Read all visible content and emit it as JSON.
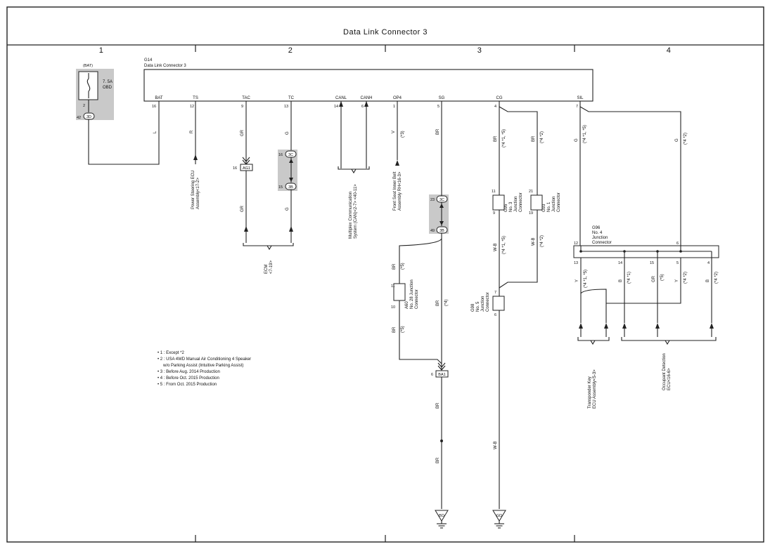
{
  "title": "Data Link Connector 3",
  "columns": [
    "1",
    "2",
    "3",
    "4"
  ],
  "main_connector": {
    "code": "G14",
    "name": "Data Link Connector 3"
  },
  "pins": [
    {
      "name": "BAT",
      "num": "16"
    },
    {
      "name": "TS",
      "num": "12"
    },
    {
      "name": "TAC",
      "num": "9"
    },
    {
      "name": "TC",
      "num": "13"
    },
    {
      "name": "CANL",
      "num": "14"
    },
    {
      "name": "CANH",
      "num": "6"
    },
    {
      "name": "OP4",
      "num": "1"
    },
    {
      "name": "SG",
      "num": "5"
    },
    {
      "name": "CG",
      "num": "4"
    },
    {
      "name": "SIL",
      "num": "7"
    }
  ],
  "fuse": {
    "source": "(BAT)",
    "rating": "7. 5A",
    "name": "OBD",
    "pin": "2",
    "conn_pin": "42",
    "conn": "3D"
  },
  "wire_colors": {
    "bat": "L",
    "ts": "R",
    "tac_a": "GR",
    "tac_b": "GR",
    "tc_a": "G",
    "tc_b": "G",
    "op4": "V",
    "sg_a": "BR",
    "cg_a": "BR",
    "cg_b": "BR",
    "cg_c": "W-B",
    "cg_d": "W-B",
    "sil_a": "G",
    "sil_b": "G",
    "sg_b": "BR",
    "sg_c": "BR",
    "sg_d": "BR",
    "sg_e": "BR",
    "sg_f": "BR",
    "cg_e": "W-B",
    "g96_y1": "Y",
    "g96_b1": "B",
    "g96_gr": "GR",
    "g96_y2": "Y",
    "g96_b2": "B"
  },
  "notes_inline": {
    "op4": "(*3)",
    "cg_a": "(*4 *1, *5)",
    "cg_b": "(*4 *2)",
    "cg_c": "(*4 *1, *5)",
    "cg_d": "(*4 *2)",
    "sil_a": "(*4 *1, *5)",
    "sil_b": "(*4 *2)",
    "sg_b": "(*5)",
    "sg_c": "(*4)",
    "sg_d": "(*5)",
    "g96_y1": "(*4 *1, *5)",
    "g96_b1": "(*4 *1)",
    "g96_gr": "(*5)",
    "g96_y2": "(*4 *2)",
    "g96_b2": "(*4 *2)"
  },
  "inline_connectors": {
    "ag1": {
      "label": "AG1",
      "pin": "16"
    },
    "tc_top": {
      "label": "3C",
      "pin": "16"
    },
    "tc_bot": {
      "label": "3B",
      "pin": "15"
    },
    "sg_top": {
      "label": "3C",
      "pin": "23"
    },
    "sg_bot": {
      "label": "3B",
      "pin": "49"
    },
    "ba1": {
      "label": "BA1",
      "pin": "6"
    }
  },
  "junctions": {
    "g95": {
      "pin_top": "11",
      "pin_bot": "9",
      "line1": "G95",
      "line2": "No. 3",
      "line3": "Junction",
      "line4": "Connector"
    },
    "g93": {
      "pin_top": "21",
      "pin_bot": "19",
      "line1": "G93",
      "line2": "No. 1",
      "line3": "Junction",
      "line4": "Connector"
    },
    "a60": {
      "pin_top": "11",
      "pin_bot": "10",
      "line1": "A60",
      "line2": "No. 28 Junction",
      "line3": "Connector"
    },
    "g98": {
      "pin_top": "7",
      "pin_bot": "6",
      "line1": "G98",
      "line2": "No. 5",
      "line3": "Junction",
      "line4": "Connector"
    },
    "g96": {
      "code": "G96",
      "line1": "No. 4",
      "line2": "Junction",
      "line3": "Connector",
      "pin_l": "12",
      "pin_r": "6",
      "pins_bottom": [
        "13",
        "14",
        "15",
        "5",
        "4"
      ]
    }
  },
  "destinations": {
    "ts": [
      "Power Steering ECU",
      "Assembly<17-2>"
    ],
    "ecm": [
      "ECM",
      "<7-19>"
    ],
    "can": [
      "Multiplex Communication",
      "System (CAN)<2-7> <40-11>"
    ],
    "op4": [
      "Front Seat Inner Belt",
      "Assembly RH<16-3>"
    ],
    "transponder": [
      "Transponder Key",
      "ECU Assembly<5-3>"
    ],
    "occupant": [
      "Occupant Detection",
      "ECU<16-6>"
    ]
  },
  "grounds": [
    "BD",
    "GD"
  ],
  "notes": [
    "• 1 : Except *2",
    "• 2 : USA 4WD Manual Air Conditioning 4 Speaker",
    "w/o Parking Assist (Intuitive Parking Assist)",
    "• 3 : Before Aug.  2014 Production",
    "• 4 : Before Oct.  2015 Production",
    "• 5 : From Oct.  2015 Production"
  ]
}
